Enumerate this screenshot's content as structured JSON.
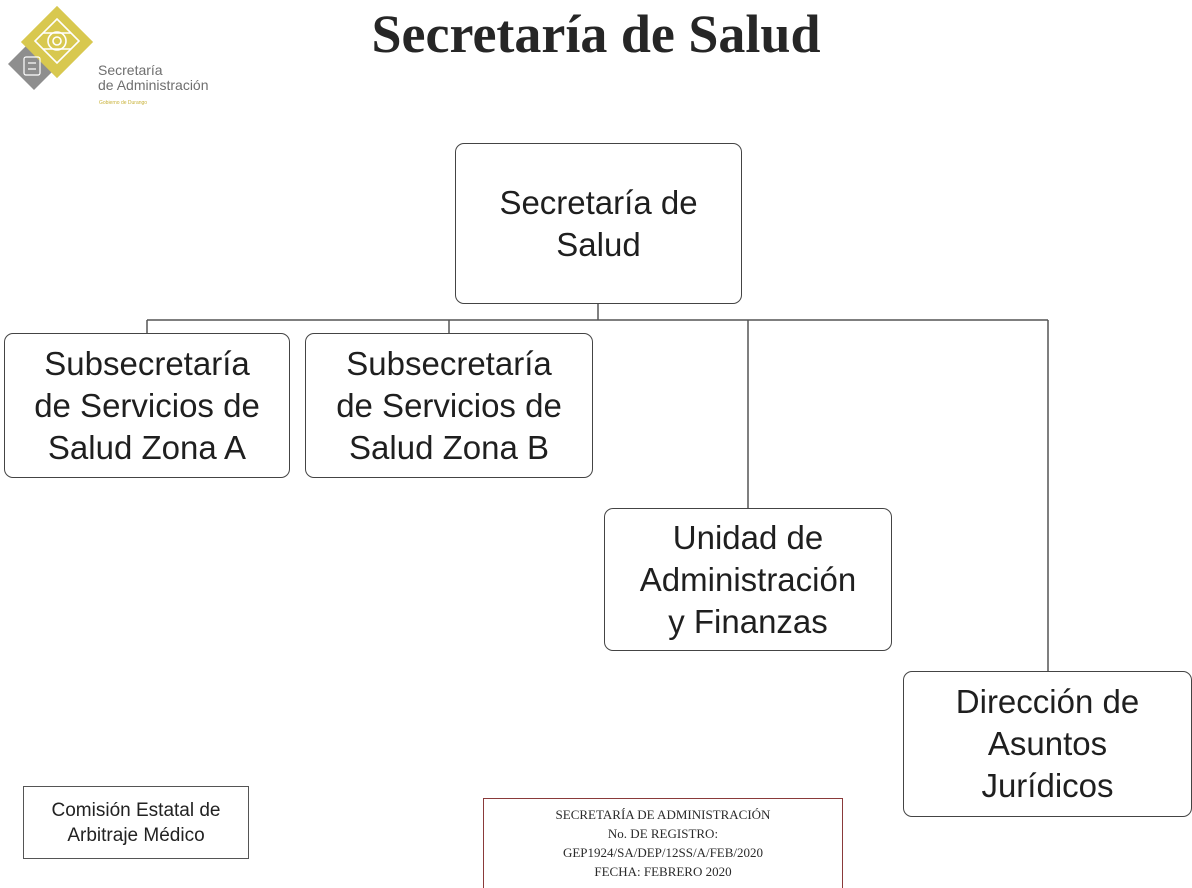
{
  "logo": {
    "line1": "Secretaría",
    "line2": "de Administración",
    "line3": "Gobierno de Durango",
    "icon": "diamond-emblem-icon",
    "colors": {
      "gold": "#d7c64d",
      "gray": "#8c8c8c"
    }
  },
  "header": {
    "title": "Secretaría de Salud"
  },
  "org_chart": {
    "root": {
      "lines": [
        "Secretaría de",
        "Salud"
      ]
    },
    "children": [
      {
        "lines": [
          "Subsecretaría",
          "de Servicios de",
          "Salud Zona A"
        ]
      },
      {
        "lines": [
          "Subsecretaría",
          "de Servicios de",
          "Salud Zona B"
        ]
      },
      {
        "lines": [
          "Unidad de",
          "Administración",
          "y Finanzas"
        ]
      },
      {
        "lines": [
          "Dirección de",
          "Asuntos",
          "Jurídicos"
        ]
      }
    ]
  },
  "side_box": {
    "lines": [
      "Comisión Estatal de",
      "Arbitraje Médico"
    ]
  },
  "stamp": {
    "line1": "SECRETARÍA DE ADMINISTRACIÓN",
    "line2": "No. DE REGISTRO:",
    "line3": "GEP1924/SA/DEP/12SS/A/FEB/2020",
    "line4": "FECHA: FEBRERO 2020",
    "border_color": "#8a3a3a"
  }
}
